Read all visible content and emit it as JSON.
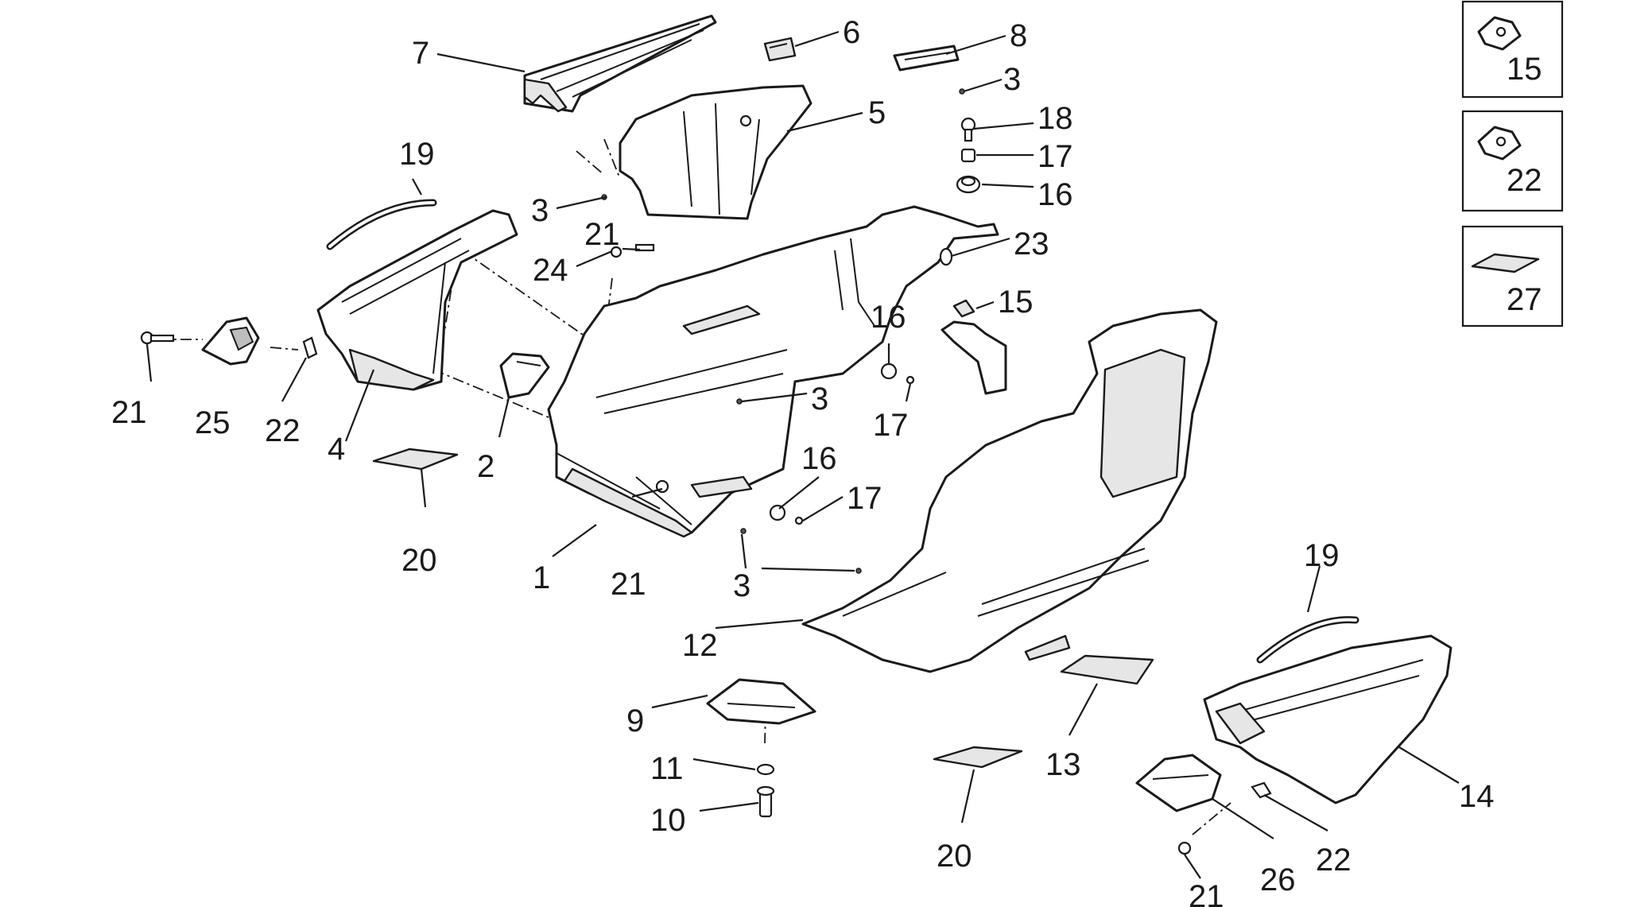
{
  "callouts": {
    "c1": "1",
    "c2": "2",
    "c4": "4",
    "c5": "5",
    "c6": "6",
    "c7": "7",
    "c8": "8",
    "c9": "9",
    "c10": "10",
    "c11": "11",
    "c12": "12",
    "c13": "13",
    "c14": "14",
    "c3a": "3",
    "c3b": "3",
    "c3c": "3",
    "c3d": "3",
    "c15": "15",
    "c16a": "16",
    "c16b": "16",
    "c17a": "17",
    "c17b": "17",
    "c17c": "17",
    "c18": "18",
    "c19a": "19",
    "c19b": "19",
    "c20a": "20",
    "c20b": "20",
    "c21a": "21",
    "c21b": "21",
    "c21c": "21",
    "c21d": "21",
    "c22a": "22",
    "c22b": "22",
    "c23": "23",
    "c24": "24",
    "c25": "25",
    "c26": "26"
  },
  "inset_boxes": [
    {
      "label": "15",
      "icon": "clip-nut-icon"
    },
    {
      "label": "22",
      "icon": "clip-nut-icon"
    },
    {
      "label": "27",
      "icon": "adhesive-pad-icon"
    }
  ]
}
